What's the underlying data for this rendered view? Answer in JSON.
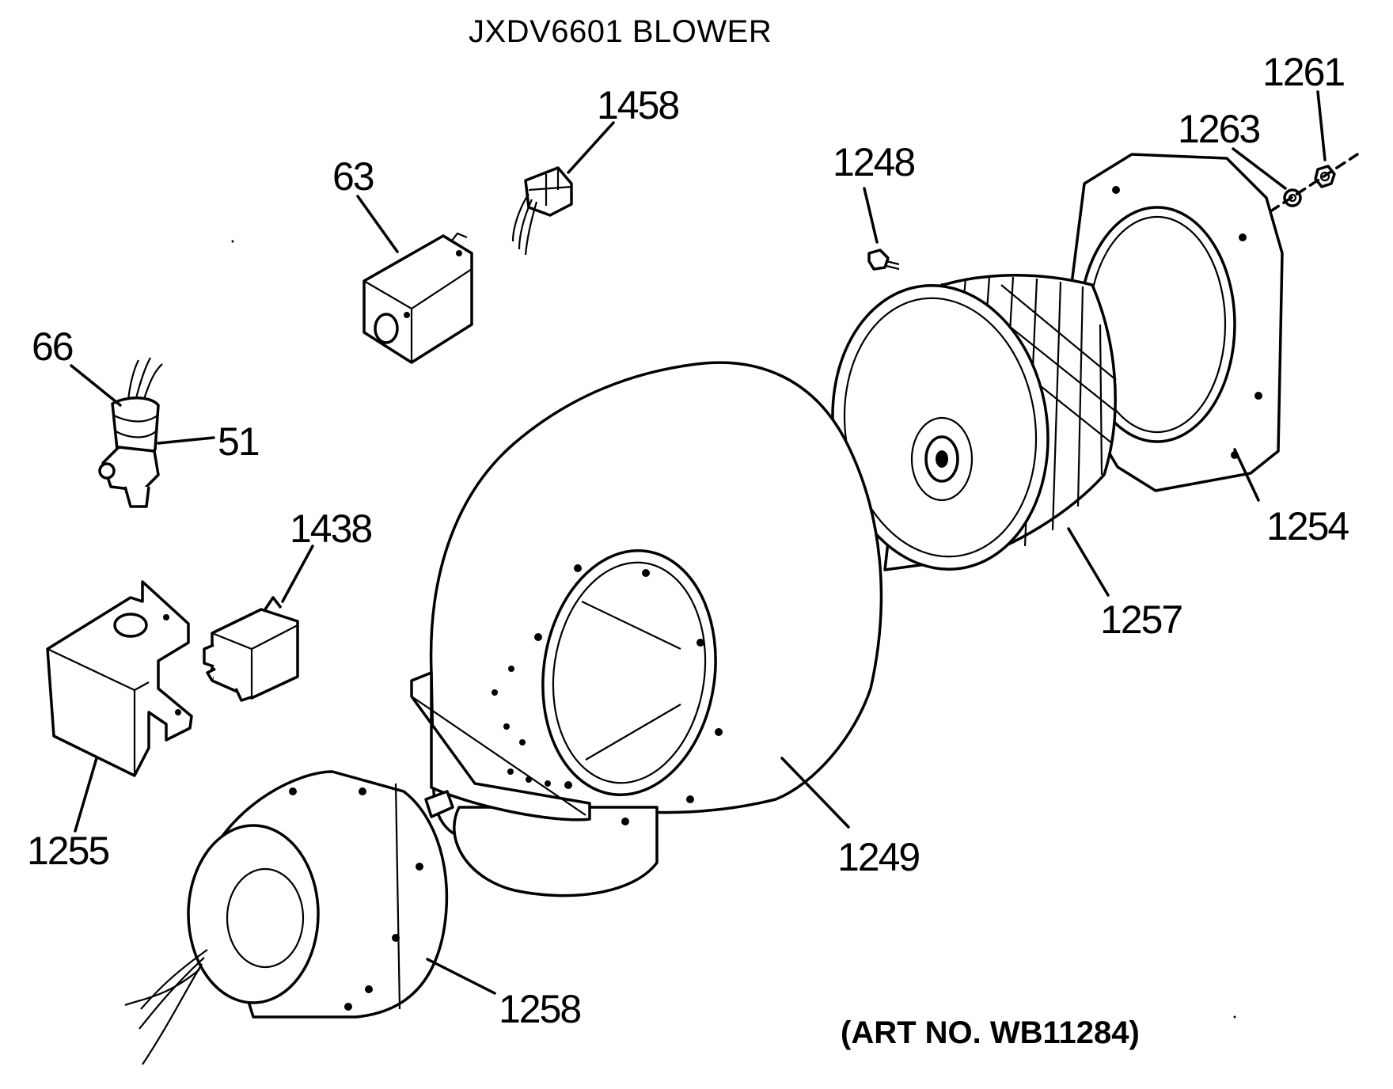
{
  "title": "JXDV6601 BLOWER",
  "art_number": "(ART NO. WB11284)",
  "callouts": {
    "c1458": "1458",
    "c63": "63",
    "c1248": "1248",
    "c1261": "1261",
    "c1263": "1263",
    "c66": "66",
    "c51": "51",
    "c1438": "1438",
    "c1254": "1254",
    "c1257": "1257",
    "c1255": "1255",
    "c1249": "1249",
    "c1258": "1258"
  }
}
